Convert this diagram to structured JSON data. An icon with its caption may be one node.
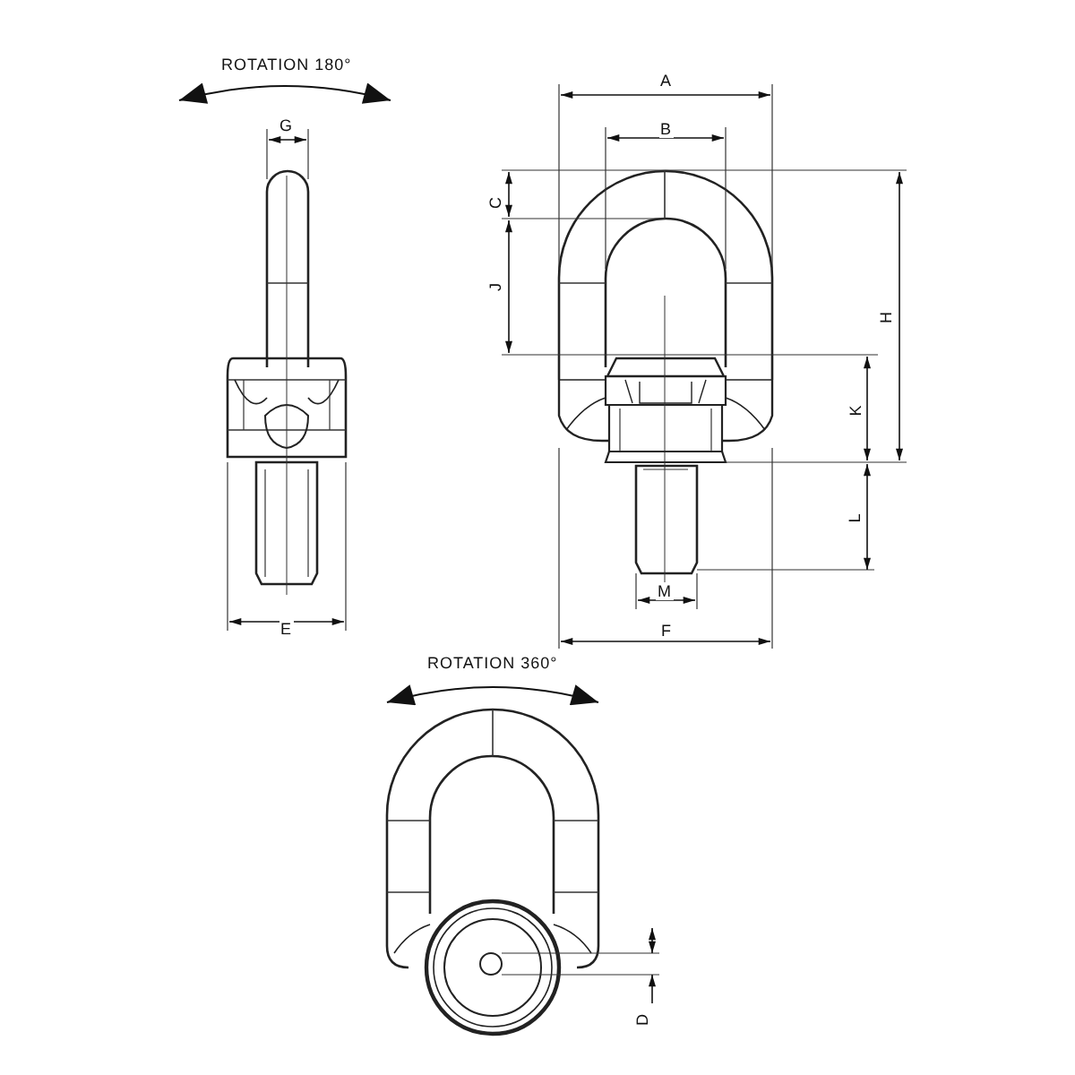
{
  "diagram": {
    "labels": [
      "ROTATION 180°",
      "A",
      "B",
      "G",
      "C",
      "J",
      "H",
      "K",
      "L",
      "M",
      "E",
      "F",
      "ROTATION 360°",
      "D"
    ]
  }
}
